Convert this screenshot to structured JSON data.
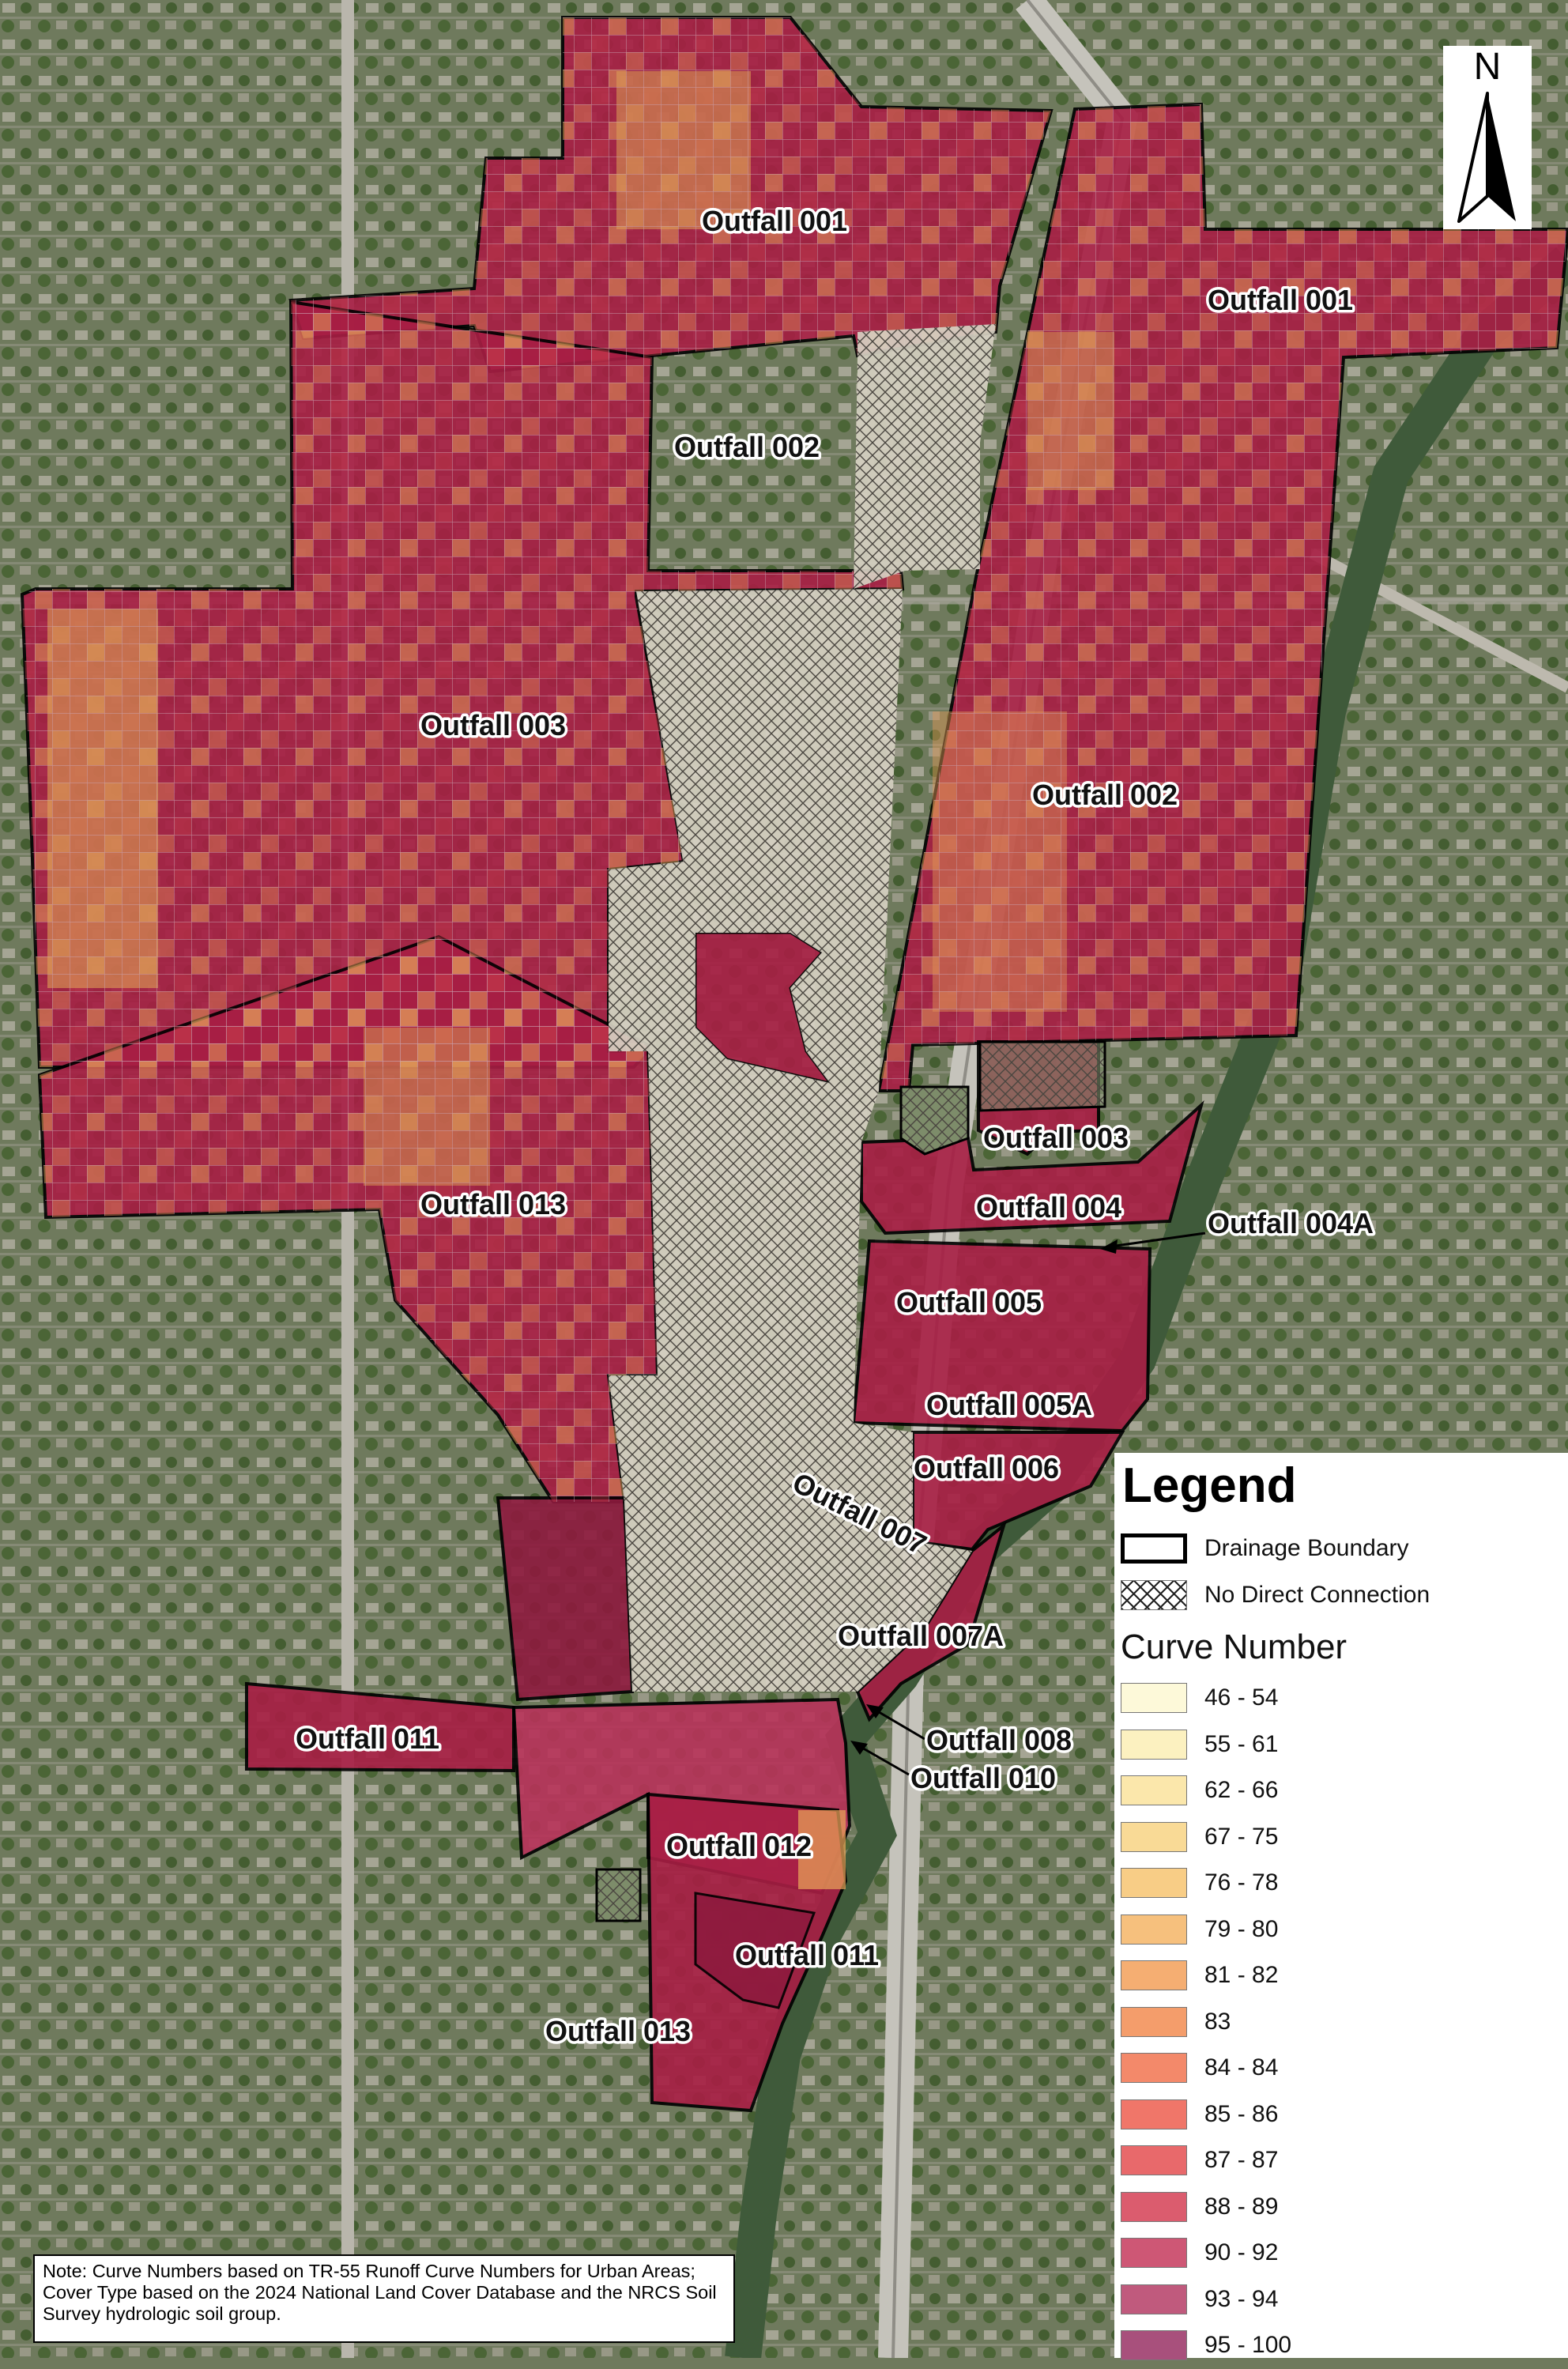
{
  "map": {
    "labels": [
      {
        "text": "Outfall 001"
      },
      {
        "text": "Outfall 001"
      },
      {
        "text": "Outfall 002"
      },
      {
        "text": "Outfall 002"
      },
      {
        "text": "Outfall 003"
      },
      {
        "text": "Outfall 003"
      },
      {
        "text": "Outfall 013"
      },
      {
        "text": "Outfall 004"
      },
      {
        "text": "Outfall 004A"
      },
      {
        "text": "Outfall 005"
      },
      {
        "text": "Outfall 005A"
      },
      {
        "text": "Outfall 006"
      },
      {
        "text": "Outfall 007"
      },
      {
        "text": "Outfall 007A"
      },
      {
        "text": "Outfall 008"
      },
      {
        "text": "Outfall 010"
      },
      {
        "text": "Outfall 011"
      },
      {
        "text": "Outfall 012"
      },
      {
        "text": "Outfall 011"
      },
      {
        "text": "Outfall 013"
      }
    ],
    "colors": {
      "boundary": "#000000",
      "primary_fill": "#a81e44",
      "secondary_fill": "#e2a055",
      "no_connection_fill": "#d6d0c2",
      "river": "#3f5a3a",
      "terrain": "#6f7a5d"
    }
  },
  "north_arrow": {
    "letter": "N",
    "icon": "north-arrow-icon"
  },
  "legend": {
    "title": "Legend",
    "boundary_label": "Drainage Boundary",
    "no_connection_label": "No Direct Connection",
    "curve_title": "Curve Number",
    "classes": [
      {
        "label": "46 - 54",
        "color": "#fdf9d9"
      },
      {
        "label": "55 - 61",
        "color": "#fcf1c0"
      },
      {
        "label": "62 - 66",
        "color": "#fbe7ab"
      },
      {
        "label": "67 - 75",
        "color": "#f9da96"
      },
      {
        "label": "76 - 78",
        "color": "#f8cd86"
      },
      {
        "label": "79 - 80",
        "color": "#f6c07d"
      },
      {
        "label": "81 - 82",
        "color": "#f5ae72"
      },
      {
        "label": "83",
        "color": "#f49d6b"
      },
      {
        "label": "84 - 84",
        "color": "#f3896a"
      },
      {
        "label": "85 - 86",
        "color": "#f07669"
      },
      {
        "label": "87 - 87",
        "color": "#e8696b"
      },
      {
        "label": "88 - 89",
        "color": "#db5c6e"
      },
      {
        "label": "90 - 92",
        "color": "#ce5775"
      },
      {
        "label": "93 - 94",
        "color": "#c05a7d"
      },
      {
        "label": "95 - 100",
        "color": "#a8507c"
      }
    ]
  },
  "note": {
    "text": "Note: Curve Numbers based on TR-55 Runoff Curve Numbers for Urban Areas; Cover Type based on the 2024 National Land Cover Database and the NRCS Soil Survey hydrologic soil group."
  }
}
